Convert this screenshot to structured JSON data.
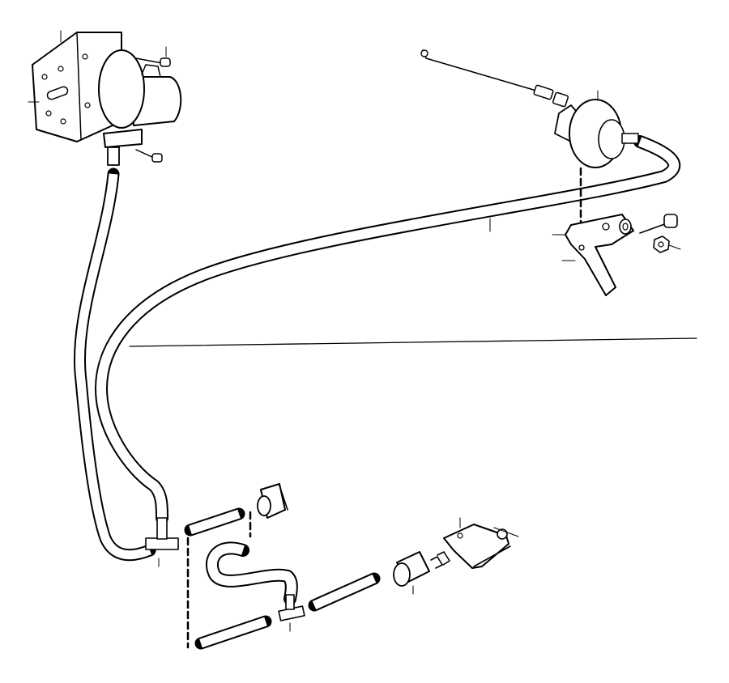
{
  "diagram": {
    "type": "exploded-parts-diagram",
    "text_labels": [],
    "components": [
      {
        "name": "vacuum-pump-with-bracket",
        "icon": "vacuum-pump-icon"
      },
      {
        "name": "vacuum-actuator-with-cable",
        "icon": "vacuum-actuator-icon"
      },
      {
        "name": "actuator-mounting-bracket",
        "icon": "bracket-icon"
      },
      {
        "name": "bolt",
        "icon": "bolt-icon"
      },
      {
        "name": "washer",
        "icon": "washer-icon"
      },
      {
        "name": "nut",
        "icon": "nut-icon"
      },
      {
        "name": "vacuum-hose-long",
        "icon": "hose-icon"
      },
      {
        "name": "vacuum-hose-short",
        "icon": "hose-icon"
      },
      {
        "name": "t-connector",
        "icon": "t-connector-icon"
      },
      {
        "name": "check-valve",
        "icon": "valve-icon"
      },
      {
        "name": "switch-bracket",
        "icon": "bracket-icon"
      }
    ],
    "colors": {
      "line": "#000000",
      "background": "#ffffff"
    }
  }
}
